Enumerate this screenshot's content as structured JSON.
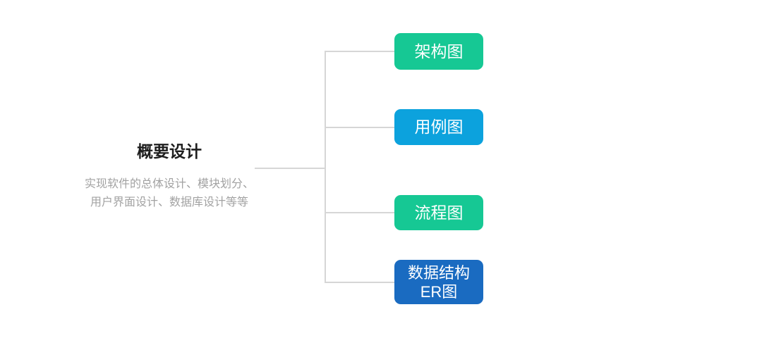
{
  "diagram": {
    "root": {
      "title": "概要设计",
      "description": "实现软件的总体设计、模块划分、\n用户界面设计、数据库设计等等"
    },
    "nodes": [
      {
        "label": "架构图",
        "color": "#16c894"
      },
      {
        "label": "用例图",
        "color": "#0ca2dd"
      },
      {
        "label": "流程图",
        "color": "#16c894"
      },
      {
        "label": "数据结构\nER图",
        "color": "#1a6bc1"
      }
    ],
    "theme": {
      "connector_color": "#d6d6d6",
      "root_title_color": "#1e1e1e",
      "root_description_color": "#a2a2a2",
      "node_text_color": "#ffffff",
      "background_color": "#ffffff"
    }
  }
}
